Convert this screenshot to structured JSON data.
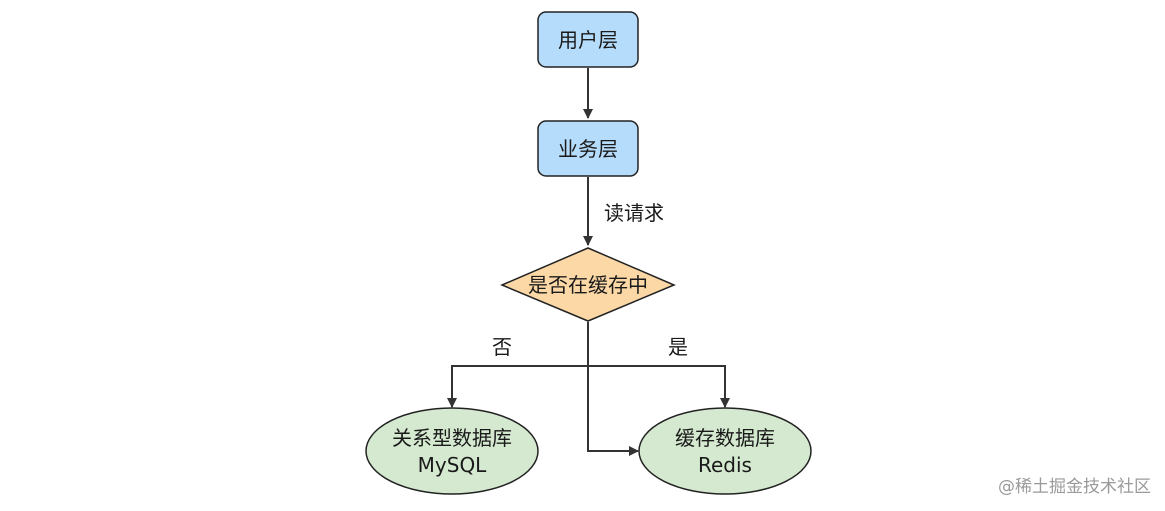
{
  "nodes": {
    "user_layer": "用户层",
    "business_layer": "业务层",
    "decision": "是否在缓存中",
    "relational_db_line1": "关系型数据库",
    "relational_db_line2": "MySQL",
    "cache_db_line1": "缓存数据库",
    "cache_db_line2": "Redis"
  },
  "edges": {
    "read_request": "读请求",
    "no": "否",
    "yes": "是"
  },
  "watermark": "@稀土掘金技术社区",
  "colors": {
    "rect_fill": "#b6dcfb",
    "rect_stroke": "#222222",
    "diamond_fill": "#fbd8a6",
    "diamond_stroke": "#222222",
    "ellipse_fill": "#d4e9cf",
    "ellipse_stroke": "#222222",
    "line": "#333333"
  }
}
